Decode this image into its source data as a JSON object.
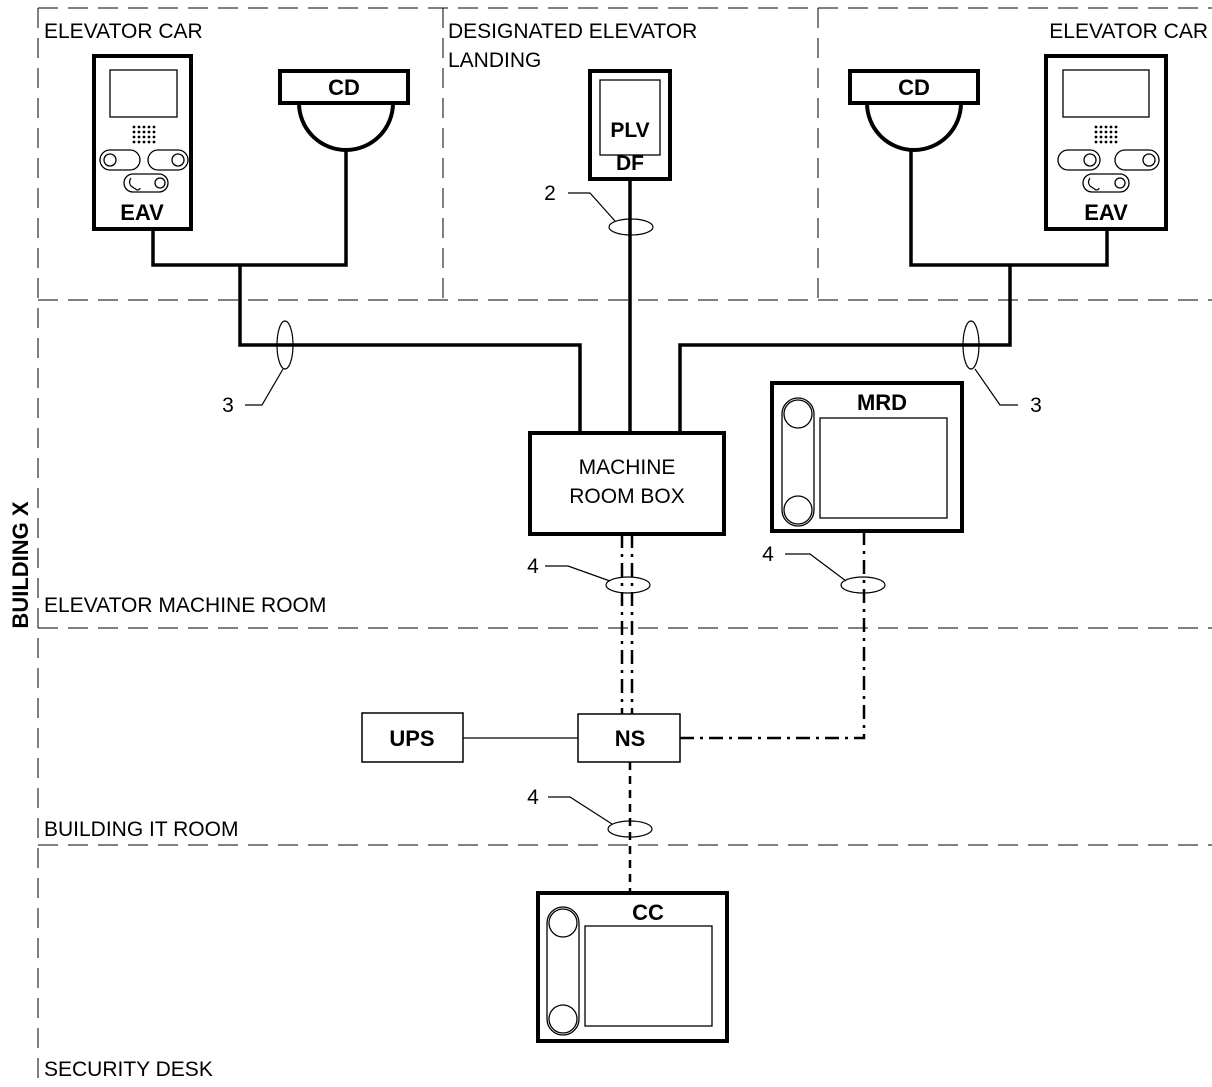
{
  "zones": {
    "elevator_car_left": "ELEVATOR  CAR",
    "designated_landing_line1": "DESIGNATED ELEVATOR",
    "designated_landing_line2": "LANDING",
    "elevator_car_right": "ELEVATOR  CAR",
    "machine_room": "ELEVATOR MACHINE ROOM",
    "it_room": "BUILDING IT ROOM",
    "security_desk": "SECURITY DESK",
    "building": "BUILDING X"
  },
  "devices": {
    "eav_left": "EAV",
    "cd_left": "CD",
    "plv": "PLV",
    "df": "DF",
    "cd_right": "CD",
    "eav_right": "EAV",
    "machine_room_box_line1": "MACHINE",
    "machine_room_box_line2": "ROOM BOX",
    "mrd": "MRD",
    "ups": "UPS",
    "ns": "NS",
    "cc": "CC"
  },
  "callouts": {
    "cable_2": "2",
    "cable_3_left": "3",
    "cable_3_right": "3",
    "cable_4_mrb": "4",
    "cable_4_mrd": "4",
    "cable_4_ns": "4"
  }
}
